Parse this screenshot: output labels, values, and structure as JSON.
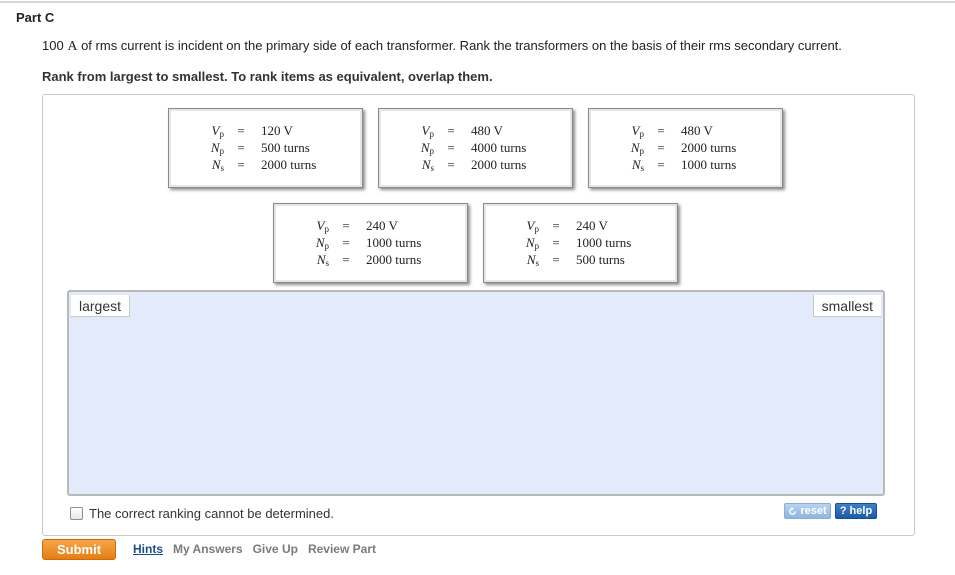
{
  "part": {
    "title": "Part C"
  },
  "question": {
    "prefix": "100",
    "unit": "A",
    "suffix": "of rms current is incident on the primary side of each transformer. Rank the transformers on the basis of their rms secondary current."
  },
  "instruction": "Rank from largest to smallest. To rank items as equivalent, overlap them.",
  "symbols": {
    "v": "V",
    "n": "N",
    "p": "p",
    "s": "s",
    "equals": "="
  },
  "cards": [
    {
      "vp": "120 V",
      "np": "500 turns",
      "ns": "2000 turns"
    },
    {
      "vp": "480 V",
      "np": "4000 turns",
      "ns": "2000 turns"
    },
    {
      "vp": "480 V",
      "np": "2000 turns",
      "ns": "1000 turns"
    },
    {
      "vp": "240 V",
      "np": "1000 turns",
      "ns": "2000 turns"
    },
    {
      "vp": "240 V",
      "np": "1000 turns",
      "ns": "500 turns"
    }
  ],
  "ranking": {
    "left_label": "largest",
    "right_label": "smallest"
  },
  "cannot_determine": {
    "label": "The correct ranking cannot be determined.",
    "checked": false
  },
  "tools": {
    "reset": "reset",
    "help": "help",
    "help_glyph": "?"
  },
  "actions": {
    "submit": "Submit",
    "hints": "Hints",
    "my_answers": "My Answers",
    "give_up": "Give Up",
    "review_part": "Review Part"
  },
  "colors": {
    "submit": "#e88a1f",
    "help": "#2a66b3",
    "reset": "#9dc0e6",
    "rank_area": "#e3ebfb",
    "link": "#1b4e8f"
  }
}
